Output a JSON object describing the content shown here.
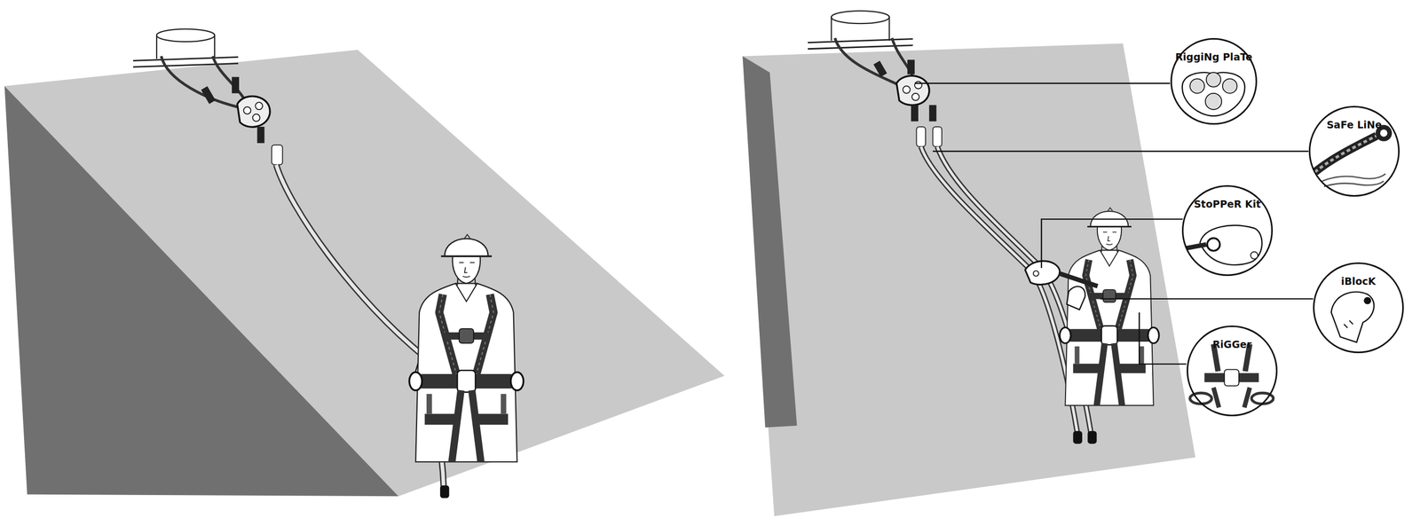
{
  "diagram": {
    "nodes": [
      {
        "text": [
          "RiggiNg PlaTe"
        ]
      },
      {
        "text": [
          "SaFe LiNe"
        ]
      },
      {
        "text": [
          "StoPPeR Kit"
        ]
      },
      {
        "text": [
          "iBlocK"
        ]
      },
      {
        "text": [
          "RiGGer"
        ]
      }
    ]
  }
}
